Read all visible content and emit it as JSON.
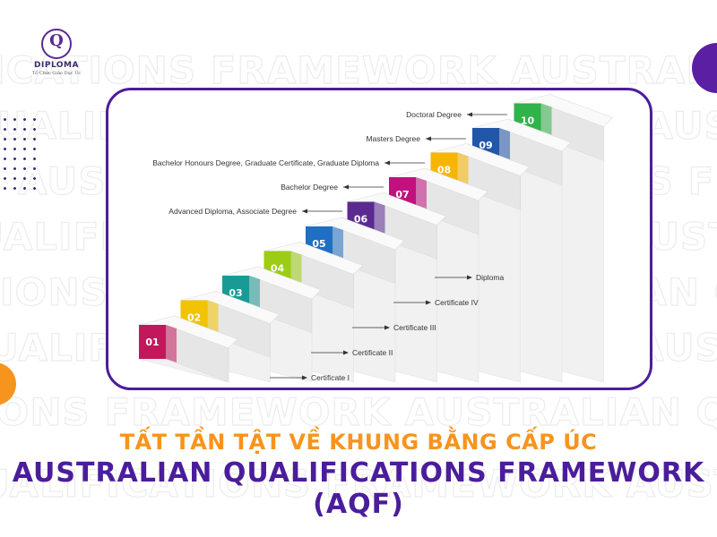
{
  "background": {
    "watermark_lines": [
      "ICATIONS FRAMEWORK   AUSTRALIAN QUALIFICATIONS",
      "QUALIFICATIONS FRAMEWORK   AUSTRALIAN QUALIFICATIONS",
      "AUSTRALIAN QUALIFICATIONS FRAMEWORK   AUSTRALIAN",
      "UALIFICATIONS FRAMEWORK   AUSTRALIAN QUALIFICATIONS",
      "IONS FRAMEWORK   AUSTRALIAN QUALIFICATIONS   AUSTRALIAN",
      "QUALIFICATIONS FRAMEWORK   AUSTRALIAN QUALIFICATIONS",
      "IONS FRAMEWORK   AUSTRALIAN QUALIFICATIONS   AUSTRALIAN",
      "QUALIFICATIONS FRAMEWORK   AUSTRALIAN QUALIFICATIONS"
    ]
  },
  "logo": {
    "letter": "Q",
    "name": "DIPLOMA",
    "tagline": "Tổ Chức Giáo Dục Úc"
  },
  "diagram": {
    "steps": [
      {
        "number": "01",
        "color": "#c2185b"
      },
      {
        "number": "02",
        "color": "#f2c300"
      },
      {
        "number": "03",
        "color": "#1a9a94"
      },
      {
        "number": "04",
        "color": "#9ccc15"
      },
      {
        "number": "05",
        "color": "#1f6fc2"
      },
      {
        "number": "06",
        "color": "#5b2a91"
      },
      {
        "number": "07",
        "color": "#c0117e"
      },
      {
        "number": "08",
        "color": "#f7b500"
      },
      {
        "number": "09",
        "color": "#2156a8"
      },
      {
        "number": "10",
        "color": "#2fb34a"
      }
    ],
    "right_labels": [
      "Certificate I",
      "Certificate II",
      "Certificate III",
      "Certificate IV",
      "Diploma"
    ],
    "left_labels": [
      "Advanced Diploma, Associate Degree",
      "Bachelor Degree",
      "Bachelor Honours Degree, Graduate Certificate, Graduate Diploma",
      "Masters Degree",
      "Doctoral Degree"
    ]
  },
  "title": {
    "line1": "TẤT TẦN TẬT VỀ KHUNG BẰNG CẤP ÚC",
    "line2": "AUSTRALIAN QUALIFICATIONS FRAMEWORK (AQF)"
  }
}
